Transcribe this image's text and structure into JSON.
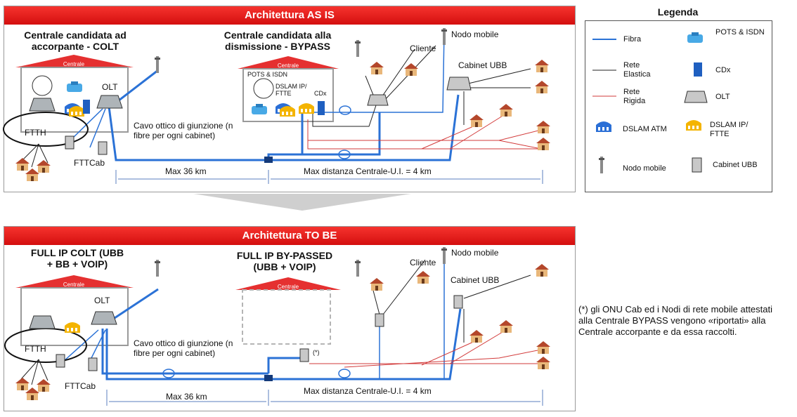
{
  "asis": {
    "title": "Architettura AS IS",
    "left_title": "Centrale candidata  ad accorpante - COLT",
    "mid_title": "Centrale candidata alla dismissione - BYPASS",
    "centrale": "Centrale",
    "centrale2": "Centrale",
    "olt": "OLT",
    "pots": "POTS & ISDN",
    "dslam": "DSLAM IP/ FTTE",
    "cdx": "CDx",
    "ftth": "FTTH",
    "fttcab": "FTTCab",
    "cavo": "Cavo ottico di giunzione (n fibre per ogni cabinet)",
    "max36": "Max 36 km",
    "maxdist": "Max distanza Centrale-U.I. =  4 km",
    "nodo": "Nodo mobile",
    "cliente": "Cliente",
    "cabinet": "Cabinet UBB"
  },
  "tobe": {
    "title": "Architettura TO BE",
    "left_title": "FULL IP COLT (UBB + BB + VOIP)",
    "mid_title": "FULL IP BY-PASSED (UBB + VOIP)",
    "centrale": "Centrale",
    "centrale2": "Centrale",
    "olt": "OLT",
    "ftth": "FTTH",
    "fttcab": "FTTCab",
    "cavo": "Cavo ottico di giunzione (n fibre per ogni cabinet)",
    "max36": "Max 36 km",
    "maxdist": "Max distanza Centrale-U.I. =  4 km",
    "nodo": "Nodo mobile",
    "cliente": "Cliente",
    "cabinet": "Cabinet UBB",
    "asterisk": "(*)"
  },
  "legend": {
    "title": "Legenda",
    "fibra": "Fibra",
    "pots": "POTS & ISDN",
    "rete_elastica": "Rete Elastica",
    "cdx": "CDx",
    "rete_rigida": "Rete Rigida",
    "olt": "OLT",
    "dslam_atm": "DSLAM ATM",
    "dslam_ip": "DSLAM IP/ FTTE",
    "nodo": "Nodo mobile",
    "cabinet": "Cabinet UBB"
  },
  "note": "(*) gli ONU Cab ed i Nodi di rete mobile attestati alla Centrale BYPASS vengono «riportati» alla Centrale accorpante e da essa raccolti.",
  "colors": {
    "fibra": "#2b72d6",
    "elastica": "#222222",
    "rigida": "#d23a3a",
    "banner": "#e41f1f"
  }
}
